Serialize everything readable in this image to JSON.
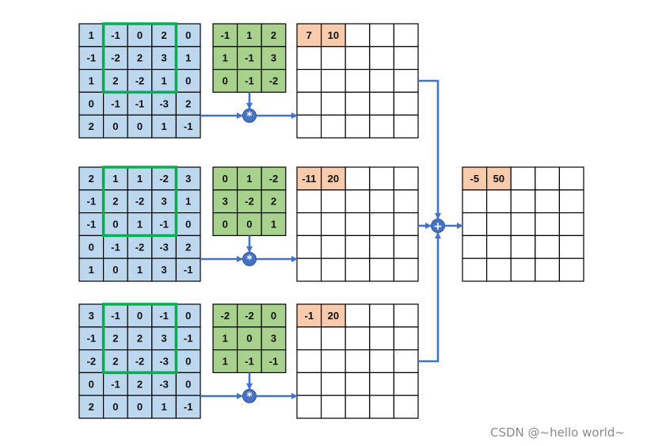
{
  "watermark": "CSDN @~hello world~",
  "colors": {
    "input": "#bdd7ee",
    "kernel": "#a9d18e",
    "highlight": "#f8cbad",
    "window": "#00b050",
    "arrow": "#4472c4",
    "grid": "#000000"
  },
  "operators": {
    "multiply": "*",
    "add": "+"
  },
  "channels": [
    {
      "input": [
        [
          1,
          -1,
          0,
          2,
          0
        ],
        [
          -1,
          -2,
          2,
          3,
          1
        ],
        [
          1,
          2,
          -2,
          1,
          0
        ],
        [
          0,
          -1,
          -1,
          -3,
          2
        ],
        [
          2,
          0,
          0,
          1,
          -1
        ]
      ],
      "kernel": [
        [
          -1,
          1,
          2
        ],
        [
          1,
          -1,
          3
        ],
        [
          0,
          -1,
          -2
        ]
      ],
      "feature": [
        "7",
        "10"
      ]
    },
    {
      "input": [
        [
          2,
          1,
          1,
          -2,
          3
        ],
        [
          -1,
          2,
          -2,
          3,
          1
        ],
        [
          -1,
          0,
          1,
          -1,
          0
        ],
        [
          0,
          -1,
          -2,
          -3,
          2
        ],
        [
          1,
          0,
          1,
          3,
          -1
        ]
      ],
      "kernel": [
        [
          0,
          1,
          -2
        ],
        [
          3,
          -2,
          2
        ],
        [
          0,
          0,
          1
        ]
      ],
      "feature": [
        "-11",
        "20"
      ]
    },
    {
      "input": [
        [
          3,
          -1,
          0,
          -1,
          0
        ],
        [
          -1,
          2,
          2,
          3,
          -1
        ],
        [
          -2,
          2,
          -2,
          -3,
          0
        ],
        [
          0,
          -1,
          2,
          -3,
          0
        ],
        [
          2,
          0,
          0,
          1,
          -1
        ]
      ],
      "kernel": [
        [
          -2,
          -2,
          0
        ],
        [
          1,
          0,
          3
        ],
        [
          1,
          -1,
          -1
        ]
      ],
      "feature": [
        "-1",
        "20"
      ]
    }
  ],
  "output": [
    "-5",
    "50"
  ]
}
